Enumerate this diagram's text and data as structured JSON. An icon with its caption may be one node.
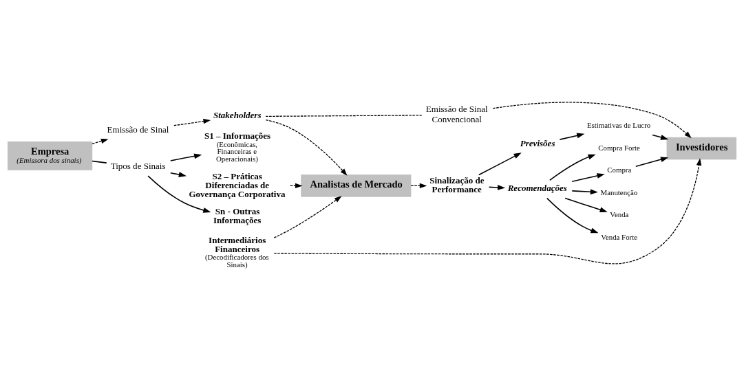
{
  "diagram": {
    "nodes": [
      {
        "text": [
          "Empresa",
          "(Emissora dos sinais)"
        ]
      },
      {
        "text": [
          "Emissão de Sinal"
        ]
      },
      {
        "text": [
          "Stakeholders"
        ]
      },
      {
        "text": [
          "Emissão de Sinal Convencional"
        ]
      },
      {
        "text": [
          "Tipos de Sinais"
        ]
      },
      {
        "text": [
          "S1 – Informações",
          "(Econômicas, Financeiras e Operacionais)"
        ]
      },
      {
        "text": [
          "S2 – Práticas Diferenciadas de Governança Corporativa"
        ]
      },
      {
        "text": [
          "Sn - Outras Informações"
        ]
      },
      {
        "text": [
          "Analistas de Mercado"
        ]
      },
      {
        "text": [
          "Intermediários Financeiros",
          "(Decodificadores dos Sinais)"
        ]
      },
      {
        "text": [
          "Sinalização de Performance"
        ]
      },
      {
        "text": [
          "Previsões"
        ]
      },
      {
        "text": [
          "Estimativas de Lucro"
        ]
      },
      {
        "text": [
          "Recomendações"
        ]
      },
      {
        "text": [
          "Compra Forte"
        ]
      },
      {
        "text": [
          "Compra"
        ]
      },
      {
        "text": [
          "Manutenção"
        ]
      },
      {
        "text": [
          "Venda"
        ]
      },
      {
        "text": [
          "Venda Forte"
        ]
      },
      {
        "text": [
          "Investidores"
        ]
      }
    ],
    "edges": [
      {
        "from": 0,
        "to": 1,
        "arrow": "to",
        "style": "dashed"
      },
      {
        "from": 1,
        "to": 2,
        "arrow": "to",
        "style": "dashed"
      },
      {
        "from": 2,
        "to": 3,
        "arrow": "none",
        "style": "dashed"
      },
      {
        "from": 3,
        "to": 19,
        "arrow": "to",
        "style": "dashed"
      },
      {
        "from": 2,
        "to": 8,
        "arrow": "to",
        "style": "dashed"
      },
      {
        "from": 0,
        "to": 4,
        "arrow": "none"
      },
      {
        "from": 4,
        "to": 5,
        "arrow": "to"
      },
      {
        "from": 4,
        "to": 6,
        "arrow": "to"
      },
      {
        "from": 4,
        "to": 7,
        "arrow": "to"
      },
      {
        "from": 6,
        "to": 8,
        "arrow": "to",
        "style": "dashed"
      },
      {
        "from": 9,
        "to": 8,
        "arrow": "to",
        "style": "dashed"
      },
      {
        "from": 9,
        "to": 19,
        "arrow": "to",
        "style": "dashed"
      },
      {
        "from": 8,
        "to": 10,
        "arrow": "to",
        "style": "dashed"
      },
      {
        "from": 10,
        "to": 11,
        "arrow": "to"
      },
      {
        "from": 10,
        "to": 13,
        "arrow": "to"
      },
      {
        "from": 11,
        "to": 12,
        "arrow": "to"
      },
      {
        "from": 12,
        "to": 19,
        "arrow": "to"
      },
      {
        "from": 13,
        "to": 14,
        "arrow": "to"
      },
      {
        "from": 13,
        "to": 15,
        "arrow": "to"
      },
      {
        "from": 13,
        "to": 16,
        "arrow": "to"
      },
      {
        "from": 13,
        "to": 17,
        "arrow": "to"
      },
      {
        "from": 13,
        "to": 18,
        "arrow": "to"
      },
      {
        "from": 15,
        "to": 19,
        "arrow": "to"
      }
    ]
  }
}
